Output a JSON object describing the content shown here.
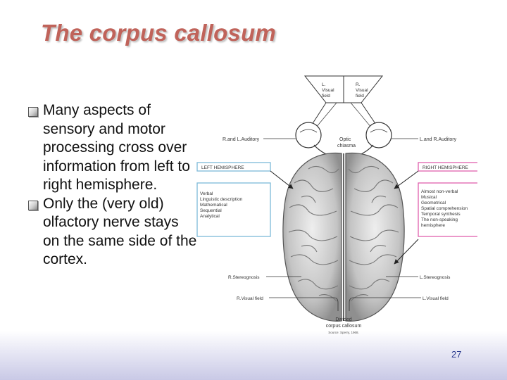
{
  "slide": {
    "title": "The corpus callosum",
    "page_number": "27",
    "bullets": [
      "Many aspects of sensory and motor processing cross over information from left to right hemisphere.",
      "Only the (very old) olfactory nerve stays on the same side of the cortex."
    ]
  },
  "figure": {
    "visual_field_left": [
      "L.",
      "Visual",
      "field"
    ],
    "visual_field_right": [
      "R.",
      "Visual",
      "field"
    ],
    "left_auditory": "R.and L.Auditory",
    "right_auditory": "L.and R.Auditory",
    "optic_chiasma": [
      "Optic",
      "chiasma"
    ],
    "left_hemisphere": {
      "title": "LEFT HEMISPHERE",
      "items": [
        "Verbal",
        "Linguistic description",
        "Mathematical",
        "Sequential",
        "Analytical"
      ]
    },
    "right_hemisphere": {
      "title": "RIGHT HEMISPHERE",
      "items": [
        "Almost non-verbal",
        "Musical",
        "Geometrical",
        "Spatial comprehension",
        "Temporal synthesis",
        "The non-speaking",
        "hemisphere"
      ]
    },
    "r_stereognosis": "R.Stereognosis",
    "l_stereognosis": "L.Stereognosis",
    "r_visual_field": "R.Visual field",
    "l_visual_field": "L.Visual field",
    "divided": [
      "Divided",
      "corpus callosum"
    ],
    "source": "Source: Sperry, 1968.",
    "colors": {
      "left_box": "#7dbad8",
      "right_box": "#e060ae",
      "title": "#c0635a"
    }
  }
}
